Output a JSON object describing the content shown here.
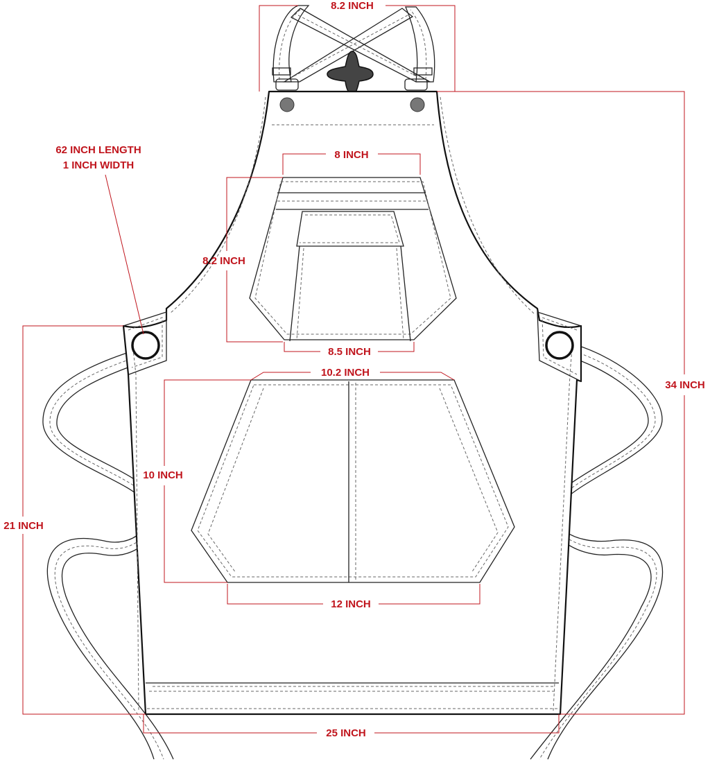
{
  "colors": {
    "dimension": "#c0141c",
    "outline": "#111111",
    "stitch": "#666666",
    "button": "#777777",
    "grommet": "#111111"
  },
  "labels": {
    "top_strap_width": "8.2 INCH",
    "strap_length": "62 INCH LENGTH",
    "strap_width": "1 INCH WIDTH",
    "chest_pocket_top": "8 INCH",
    "chest_pocket_height": "8.2 INCH",
    "chest_pocket_bottom": "8.5 INCH",
    "main_pocket_top": "10.2 INCH",
    "main_pocket_height": "10 INCH",
    "main_pocket_bottom": "12 INCH",
    "side_height": "21 INCH",
    "total_length": "34 INCH",
    "bottom_width": "25 INCH"
  }
}
